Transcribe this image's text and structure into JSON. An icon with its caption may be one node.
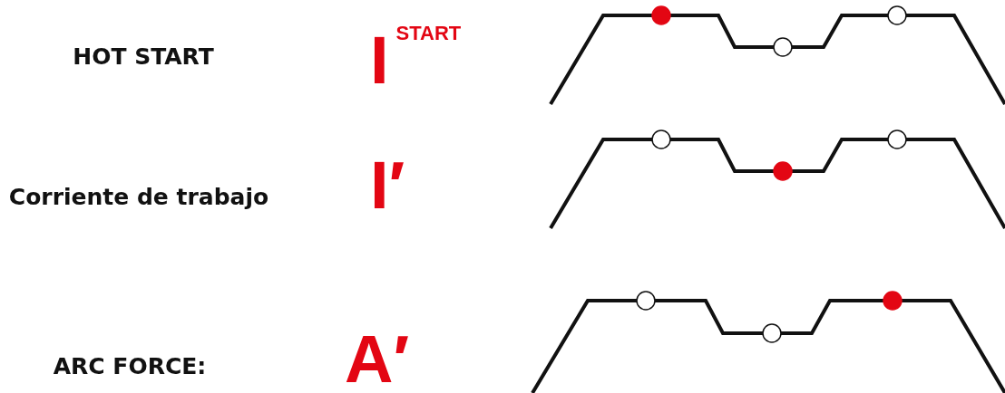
{
  "diagram": {
    "labels": [
      "HOT START",
      "I$^{START}$",
      "Corriente de trabajo",
      "I′",
      "ARC FORCE:",
      "A′"
    ]
  }
}
